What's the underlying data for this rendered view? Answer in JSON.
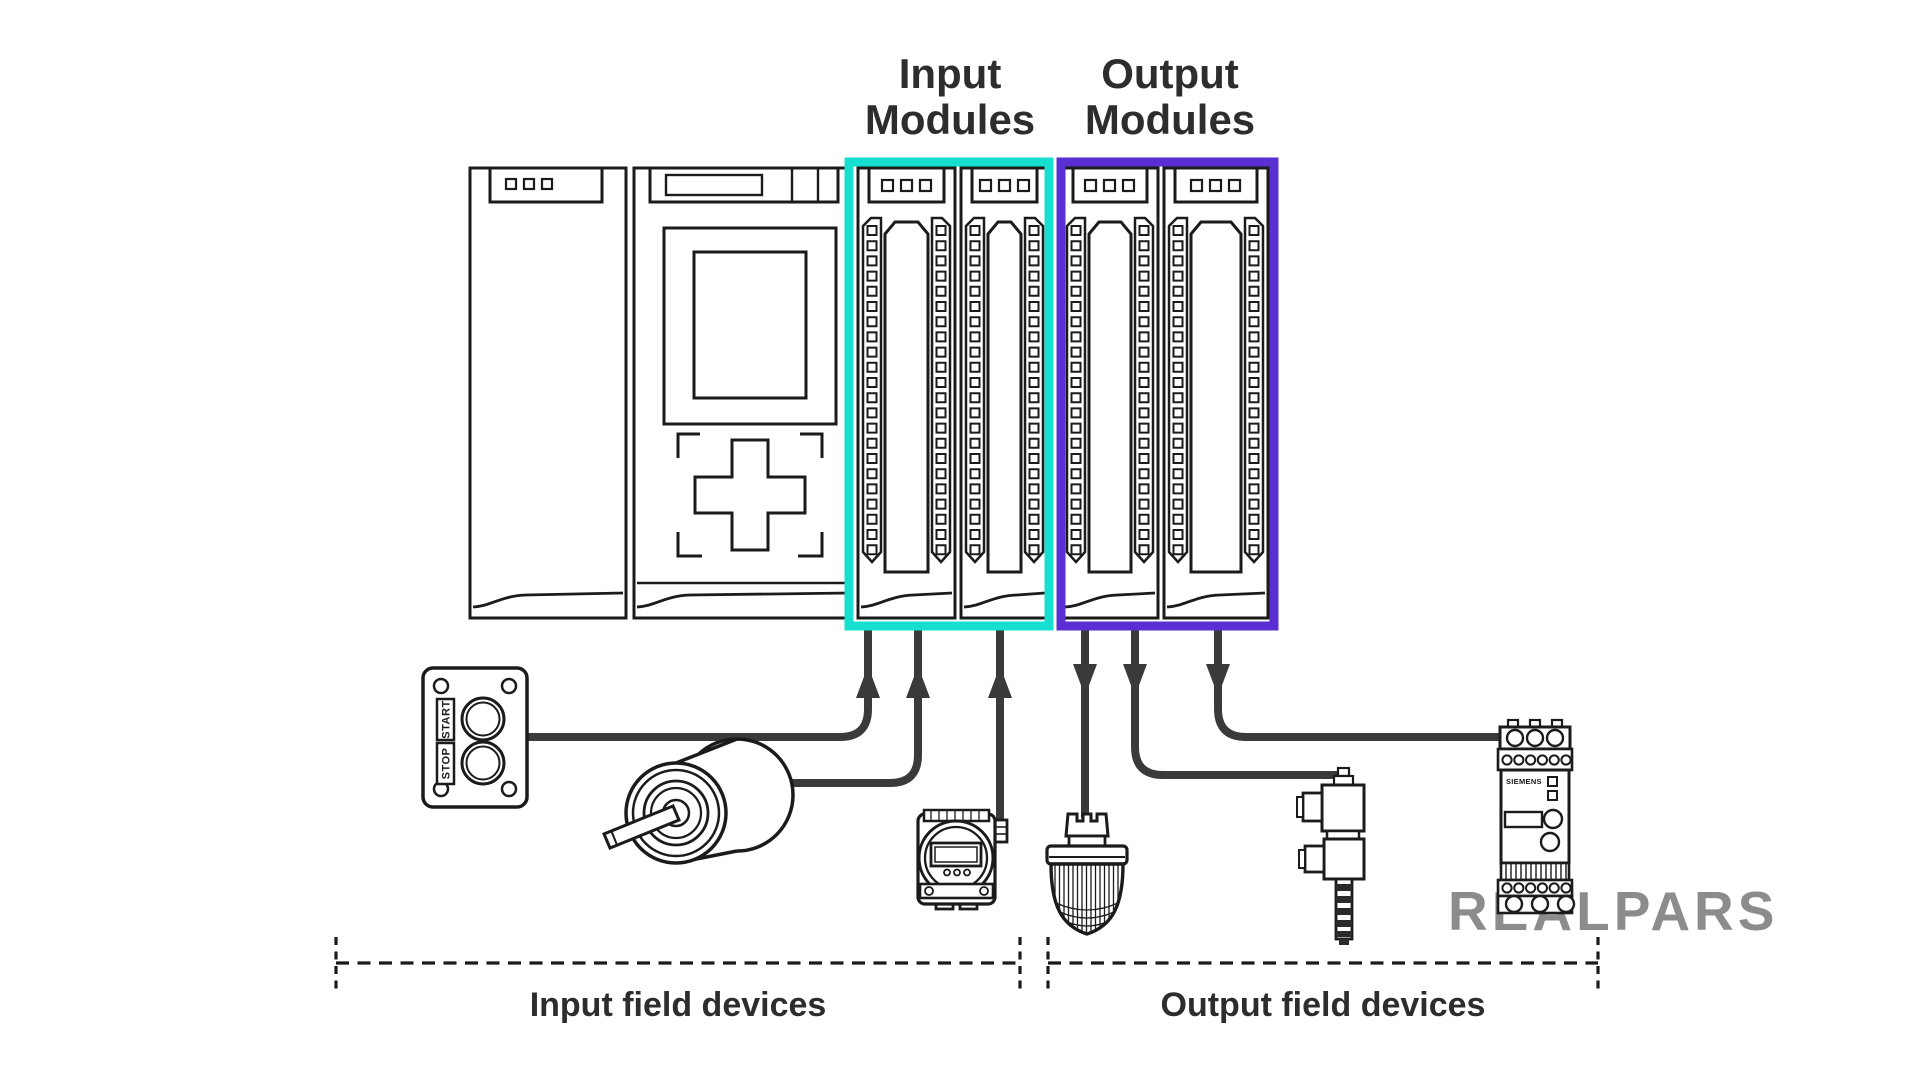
{
  "labels": {
    "input_modules_line1": "Input",
    "input_modules_line2": "Modules",
    "output_modules_line1": "Output",
    "output_modules_line2": "Modules",
    "input_field_devices": "Input field devices",
    "output_field_devices": "Output field devices"
  },
  "devices": {
    "push_button_station": {
      "start_label": "START",
      "stop_label": "STOP"
    },
    "motor_starter": {
      "brand": "SIEMENS"
    }
  },
  "logo": {
    "text": "REALPARS"
  },
  "colors": {
    "input_box": "#17dfcf",
    "output_box": "#5a2fd1",
    "wire": "#3a3a3a",
    "outline": "#1b1b1b",
    "label_text": "#2d2d2d",
    "logo": "#8c8c8c"
  }
}
